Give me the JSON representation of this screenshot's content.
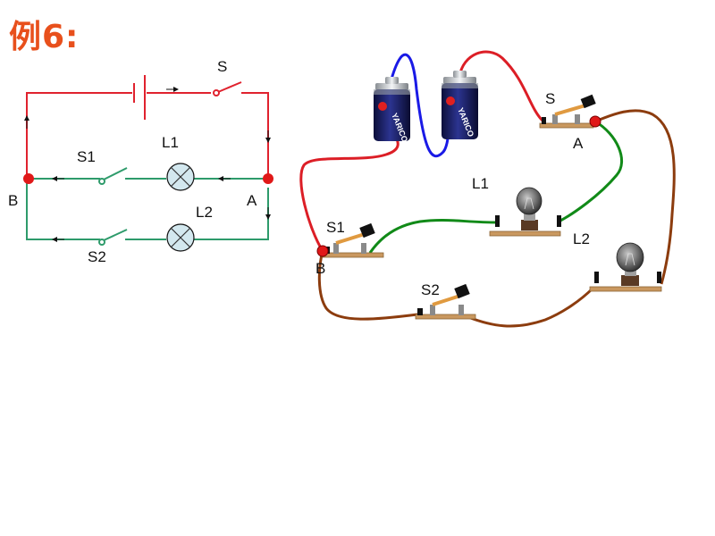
{
  "title": "例6:",
  "colors": {
    "title": "#e8501c",
    "main_wire": "#e0222e",
    "branch_wire": "#2e9b6b",
    "red_wire": "#dc1e26",
    "blue_wire": "#1a1ae6",
    "green_wire": "#118a18",
    "brown_wire": "#8c3c0e",
    "node": "#e01818"
  },
  "schematic": {
    "labels": {
      "S": "S",
      "S1": "S1",
      "S2": "S2",
      "L1": "L1",
      "L2": "L2",
      "A": "A",
      "B": "B"
    }
  },
  "physical": {
    "labels": {
      "S": "S",
      "S1": "S1",
      "S2": "S2",
      "L1": "L1",
      "L2": "L2",
      "A": "A",
      "B": "B"
    },
    "battery_brand": "YARICO"
  }
}
